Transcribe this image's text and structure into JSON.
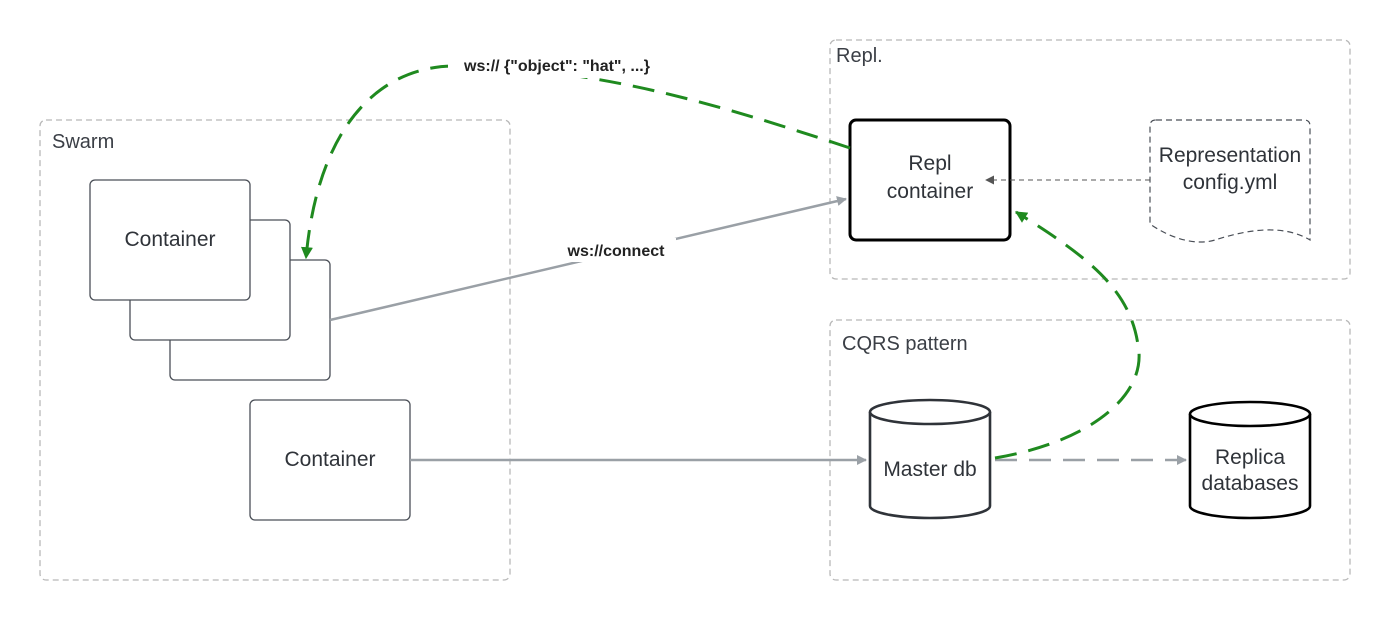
{
  "groups": {
    "swarm": "Swarm",
    "repl": "Repl.",
    "cqrs": "CQRS pattern"
  },
  "nodes": {
    "container_stack_top": "Container",
    "container_single": "Container",
    "repl_container_line1": "Repl",
    "repl_container_line2": "container",
    "config_doc_line1": "Representation",
    "config_doc_line2": "config.yml",
    "master_db": "Master db",
    "replica_line1": "Replica",
    "replica_line2": "databases"
  },
  "edges": {
    "ws_object": "ws:// {\"object\": \"hat\", ...}",
    "ws_connect": "ws://connect"
  },
  "colors": {
    "green_flow": "#1f8a1f",
    "gray_flow": "#9aa0a6",
    "group_border": "#b8b8b8"
  }
}
